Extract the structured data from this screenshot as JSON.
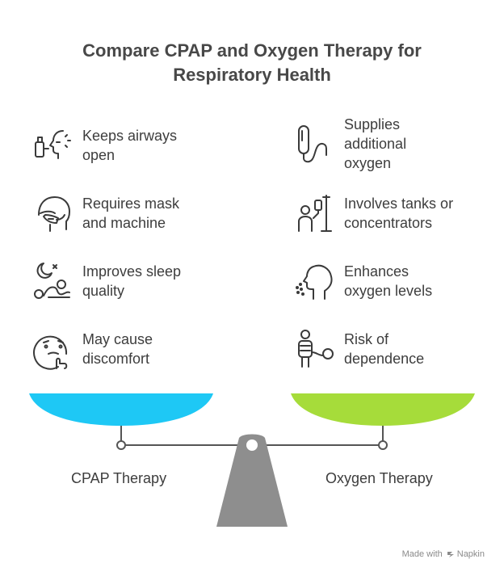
{
  "title": {
    "line1": "Compare CPAP and Oxygen Therapy for",
    "line2": "Respiratory Health"
  },
  "left": {
    "label": "CPAP Therapy",
    "color": "#1ec8f5",
    "items": [
      {
        "icon": "inhaler-face-icon",
        "lines": [
          "Keeps airways",
          "open"
        ]
      },
      {
        "icon": "mask-head-icon",
        "lines": [
          "Requires mask",
          "and machine"
        ]
      },
      {
        "icon": "sleep-moon-icon",
        "lines": [
          "Improves sleep",
          "quality"
        ]
      },
      {
        "icon": "worried-face-icon",
        "lines": [
          "May cause",
          "discomfort"
        ]
      }
    ]
  },
  "right": {
    "label": "Oxygen Therapy",
    "color": "#a6dc3a",
    "items": [
      {
        "icon": "oxygen-bag-icon",
        "lines": [
          "Supplies",
          "additional",
          "oxygen"
        ]
      },
      {
        "icon": "iv-stand-patient-icon",
        "lines": [
          "Involves tanks or",
          "concentrators"
        ]
      },
      {
        "icon": "breathing-head-icon",
        "lines": [
          "Enhances",
          "oxygen levels"
        ]
      },
      {
        "icon": "tank-person-icon",
        "lines": [
          "Risk of",
          "dependence"
        ]
      }
    ]
  },
  "brand": {
    "prefix": "Made with",
    "name": "Napkin"
  }
}
